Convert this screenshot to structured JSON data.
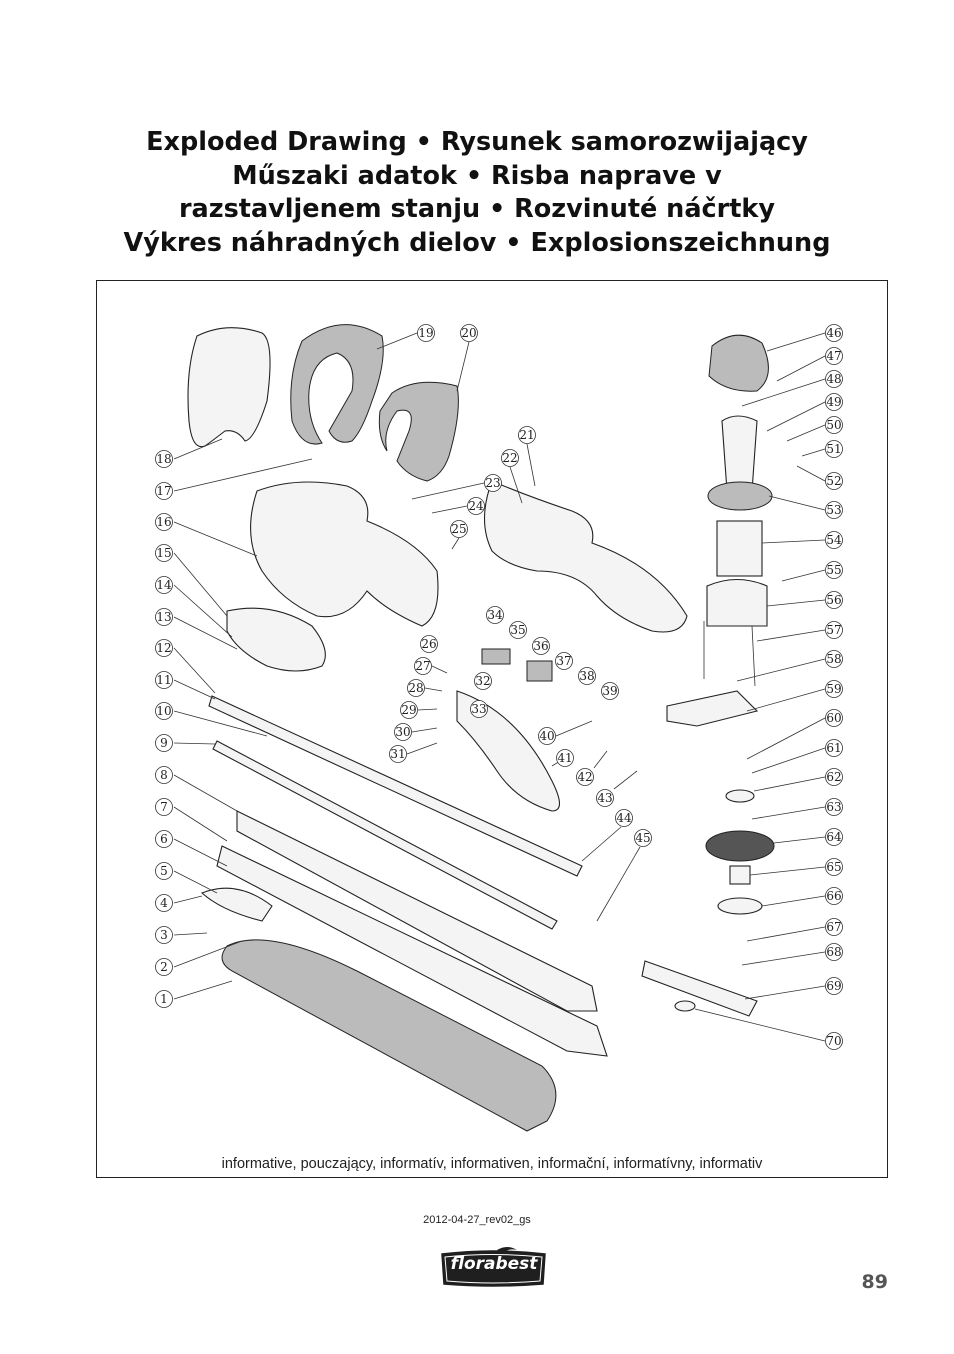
{
  "title_lines": [
    "Exploded Drawing • Rysunek samorozwijający",
    "Műszaki adatok • Risba naprave v",
    "razstavljenem stanju • Rozvinuté náčrtky",
    "Výkres náhradných dielov • Explosionszeichnung"
  ],
  "caption": "informative, pouczający, informatív, informativen, informační, informatívny, informativ",
  "revision": "2012-04-27_rev02_gs",
  "brand": "florabest",
  "page_number": "89",
  "part_numbers": [
    "1",
    "2",
    "3",
    "4",
    "5",
    "6",
    "7",
    "8",
    "9",
    "10",
    "11",
    "12",
    "13",
    "14",
    "15",
    "16",
    "17",
    "18",
    "19",
    "20",
    "21",
    "22",
    "23",
    "24",
    "25",
    "26",
    "27",
    "28",
    "29",
    "30",
    "31",
    "32",
    "33",
    "34",
    "35",
    "36",
    "37",
    "38",
    "39",
    "40",
    "41",
    "42",
    "43",
    "44",
    "45",
    "46",
    "47",
    "48",
    "49",
    "50",
    "51",
    "52",
    "53",
    "54",
    "55",
    "56",
    "57",
    "58",
    "59",
    "60",
    "61",
    "62",
    "63",
    "64",
    "65",
    "66",
    "67",
    "68",
    "69",
    "70"
  ],
  "colors": {
    "ink": "#222222",
    "logo_bg": "#1f1f1f",
    "page_number": "#555555"
  }
}
